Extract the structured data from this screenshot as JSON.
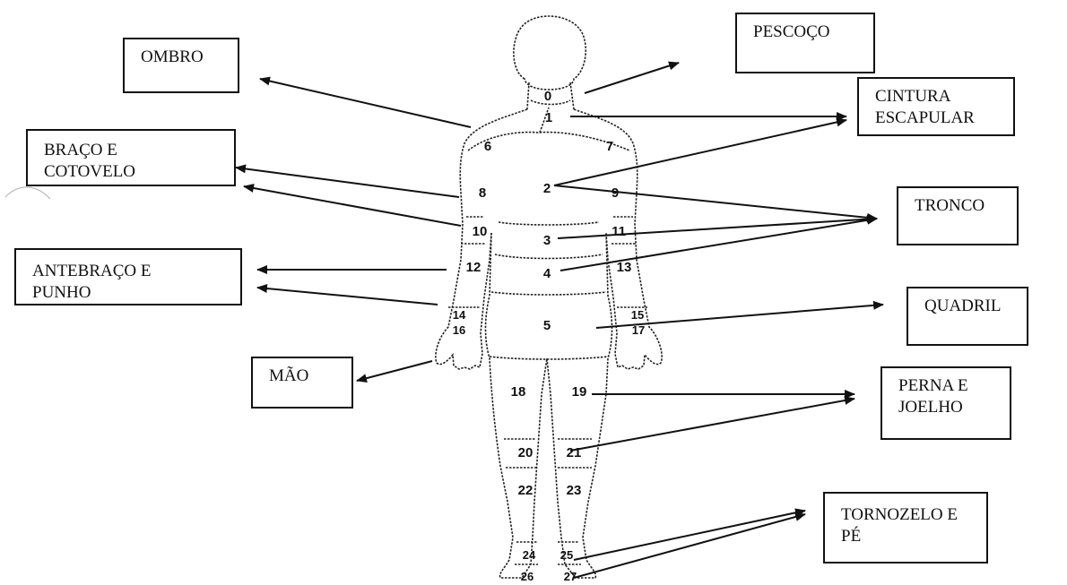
{
  "labels": {
    "ombro": "OMBRO",
    "pescoco": "PESCOÇO",
    "cintura": "CINTURA\nESCAPULAR",
    "braco": "BRAÇO E\nCOTOVELO",
    "tronco": "TRONCO",
    "antebraco": "ANTEBRAÇO E\nPUNHO",
    "quadril": "QUADRIL",
    "mao": "MÃO",
    "perna": "PERNA E\nJOELHO",
    "tornozelo": "TORNOZELO E\nPÉ"
  },
  "regions": [
    "0",
    "1",
    "2",
    "3",
    "4",
    "5",
    "6",
    "7",
    "8",
    "9",
    "10",
    "11",
    "12",
    "13",
    "14",
    "15",
    "16",
    "17",
    "18",
    "19",
    "20",
    "21",
    "22",
    "23",
    "24",
    "25",
    "26",
    "27"
  ]
}
